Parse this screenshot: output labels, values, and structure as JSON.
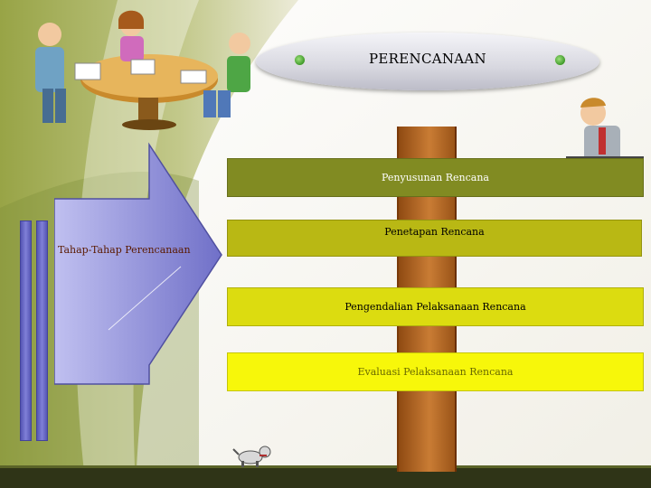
{
  "diagram": {
    "title": "PERENCANAAN",
    "side_label": "Tahap-Tahap Perencanaan",
    "steps": [
      {
        "label": "Penyusunan Rencana",
        "color": "#818b22"
      },
      {
        "label": "Penetapan Rencana",
        "color": "#b9b814"
      },
      {
        "label": "Pengendalian Pelaksanaan Rencana",
        "color": "#dcdc10"
      },
      {
        "label": "Evaluasi Pelaksanaan Rencana",
        "color": "#f7f70a"
      }
    ]
  },
  "theme": {
    "arrow_color": "#8f8fdc",
    "post_color": "#b46a28",
    "background_green": "#8a9a3a"
  },
  "clipart": [
    "meeting-people-clipart",
    "thinking-man-clipart",
    "dog-clipart"
  ]
}
